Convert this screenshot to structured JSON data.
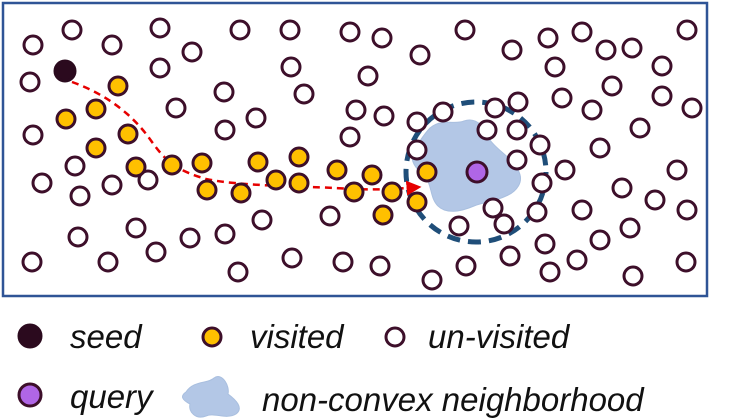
{
  "colors": {
    "frame": "#2f5496",
    "seed": "#2b0a1e",
    "visited_fill": "#ffc000",
    "node_stroke": "#3d0f2a",
    "unvisited_fill": "#ffffff",
    "query_fill": "#b066e6",
    "neighborhood_fill": "#b3c7e6",
    "neighborhood_ring": "#1f4e79",
    "path": "#e60000"
  },
  "legend": {
    "seed": "seed",
    "visited": "visited",
    "unvisited": "un-visited",
    "query": "query",
    "neighborhood": "non-convex neighborhood"
  }
}
